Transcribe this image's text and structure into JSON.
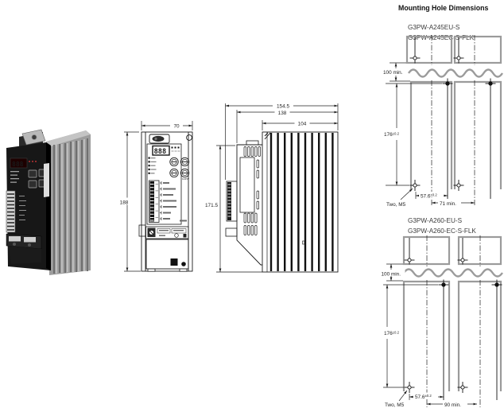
{
  "page": {
    "title": "Mounting Hole Dimensions"
  },
  "product_photo": {
    "display_value": "888"
  },
  "front_view": {
    "display_value": "888",
    "brand_label": "G3PW",
    "dims": {
      "width": "70",
      "height": "188"
    }
  },
  "side_view": {
    "dims": {
      "height": "171.5",
      "depth_total": "154.5",
      "depth_body": "138",
      "depth_heatsink": "104"
    }
  },
  "mounting": {
    "title": "Mounting Hole Dimensions",
    "diagrams": [
      {
        "models": [
          "G3PW-A245EU-S",
          "G3PW-A245EC-S-FLK"
        ],
        "clearance": "100 min.",
        "hole_height": "176",
        "hole_height_tol": "±0.2",
        "hole_offset": "57.6",
        "hole_offset_tol": "±0.2",
        "pitch": "71 min.",
        "screw_note": "Two, M5"
      },
      {
        "models": [
          "G3PW-A260-EU-S",
          "G3PW-A260-EC-S-FLK"
        ],
        "clearance": "100 min.",
        "hole_height": "176",
        "hole_height_tol": "±0.2",
        "hole_offset": "57.6",
        "hole_offset_tol": "±0.2",
        "pitch": "90 min.",
        "screw_note": "Two, M5"
      }
    ]
  }
}
